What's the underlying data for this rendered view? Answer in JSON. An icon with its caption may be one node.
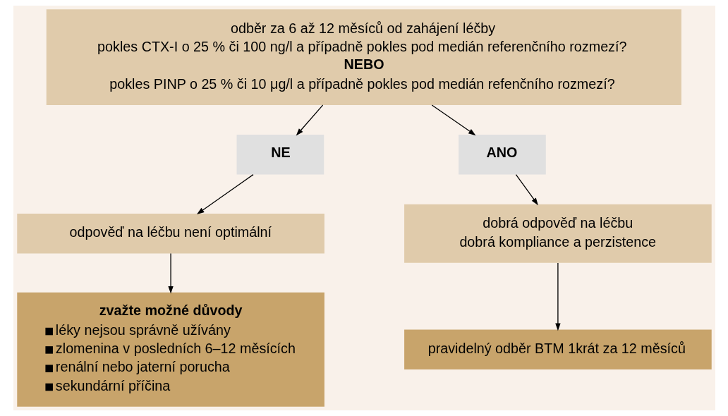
{
  "diagram": {
    "nodes": [
      {
        "text": [
          "odběr za 6 až 12 měsíců od zahájení léčby",
          "pokles CTX-I o 25 % či 100 ng/l a případně pokles pod medián referenčního rozmezí?",
          "NEBO",
          "pokles PINP o 25 % či 10 μg/l a případně pokles pod medián refenčního rozmezí?"
        ]
      },
      {
        "text": [
          "NE"
        ]
      },
      {
        "text": [
          "ANO"
        ]
      },
      {
        "text": [
          "odpověď na léčbu není optimální"
        ]
      },
      {
        "text": [
          "dobrá odpověď na léčbu",
          "dobrá kompliance a perzistence"
        ]
      },
      {
        "text": [
          "zvažte možné důvody",
          "léky nejsou správně užívány",
          "zlomenina v posledních 6–12 měsících",
          "renální nebo jaterní porucha",
          "sekundární příčina"
        ]
      },
      {
        "text": [
          "pravidelný odběr BTM 1krát za 12 měsíců"
        ]
      }
    ],
    "edges": [
      {
        "from": 0,
        "to": 1,
        "arrow": "to"
      },
      {
        "from": 0,
        "to": 2,
        "arrow": "to"
      },
      {
        "from": 1,
        "to": 3,
        "arrow": "to"
      },
      {
        "from": 2,
        "to": 4,
        "arrow": "to"
      },
      {
        "from": 3,
        "to": 5,
        "arrow": "to"
      },
      {
        "from": 4,
        "to": 6,
        "arrow": "to"
      }
    ]
  }
}
